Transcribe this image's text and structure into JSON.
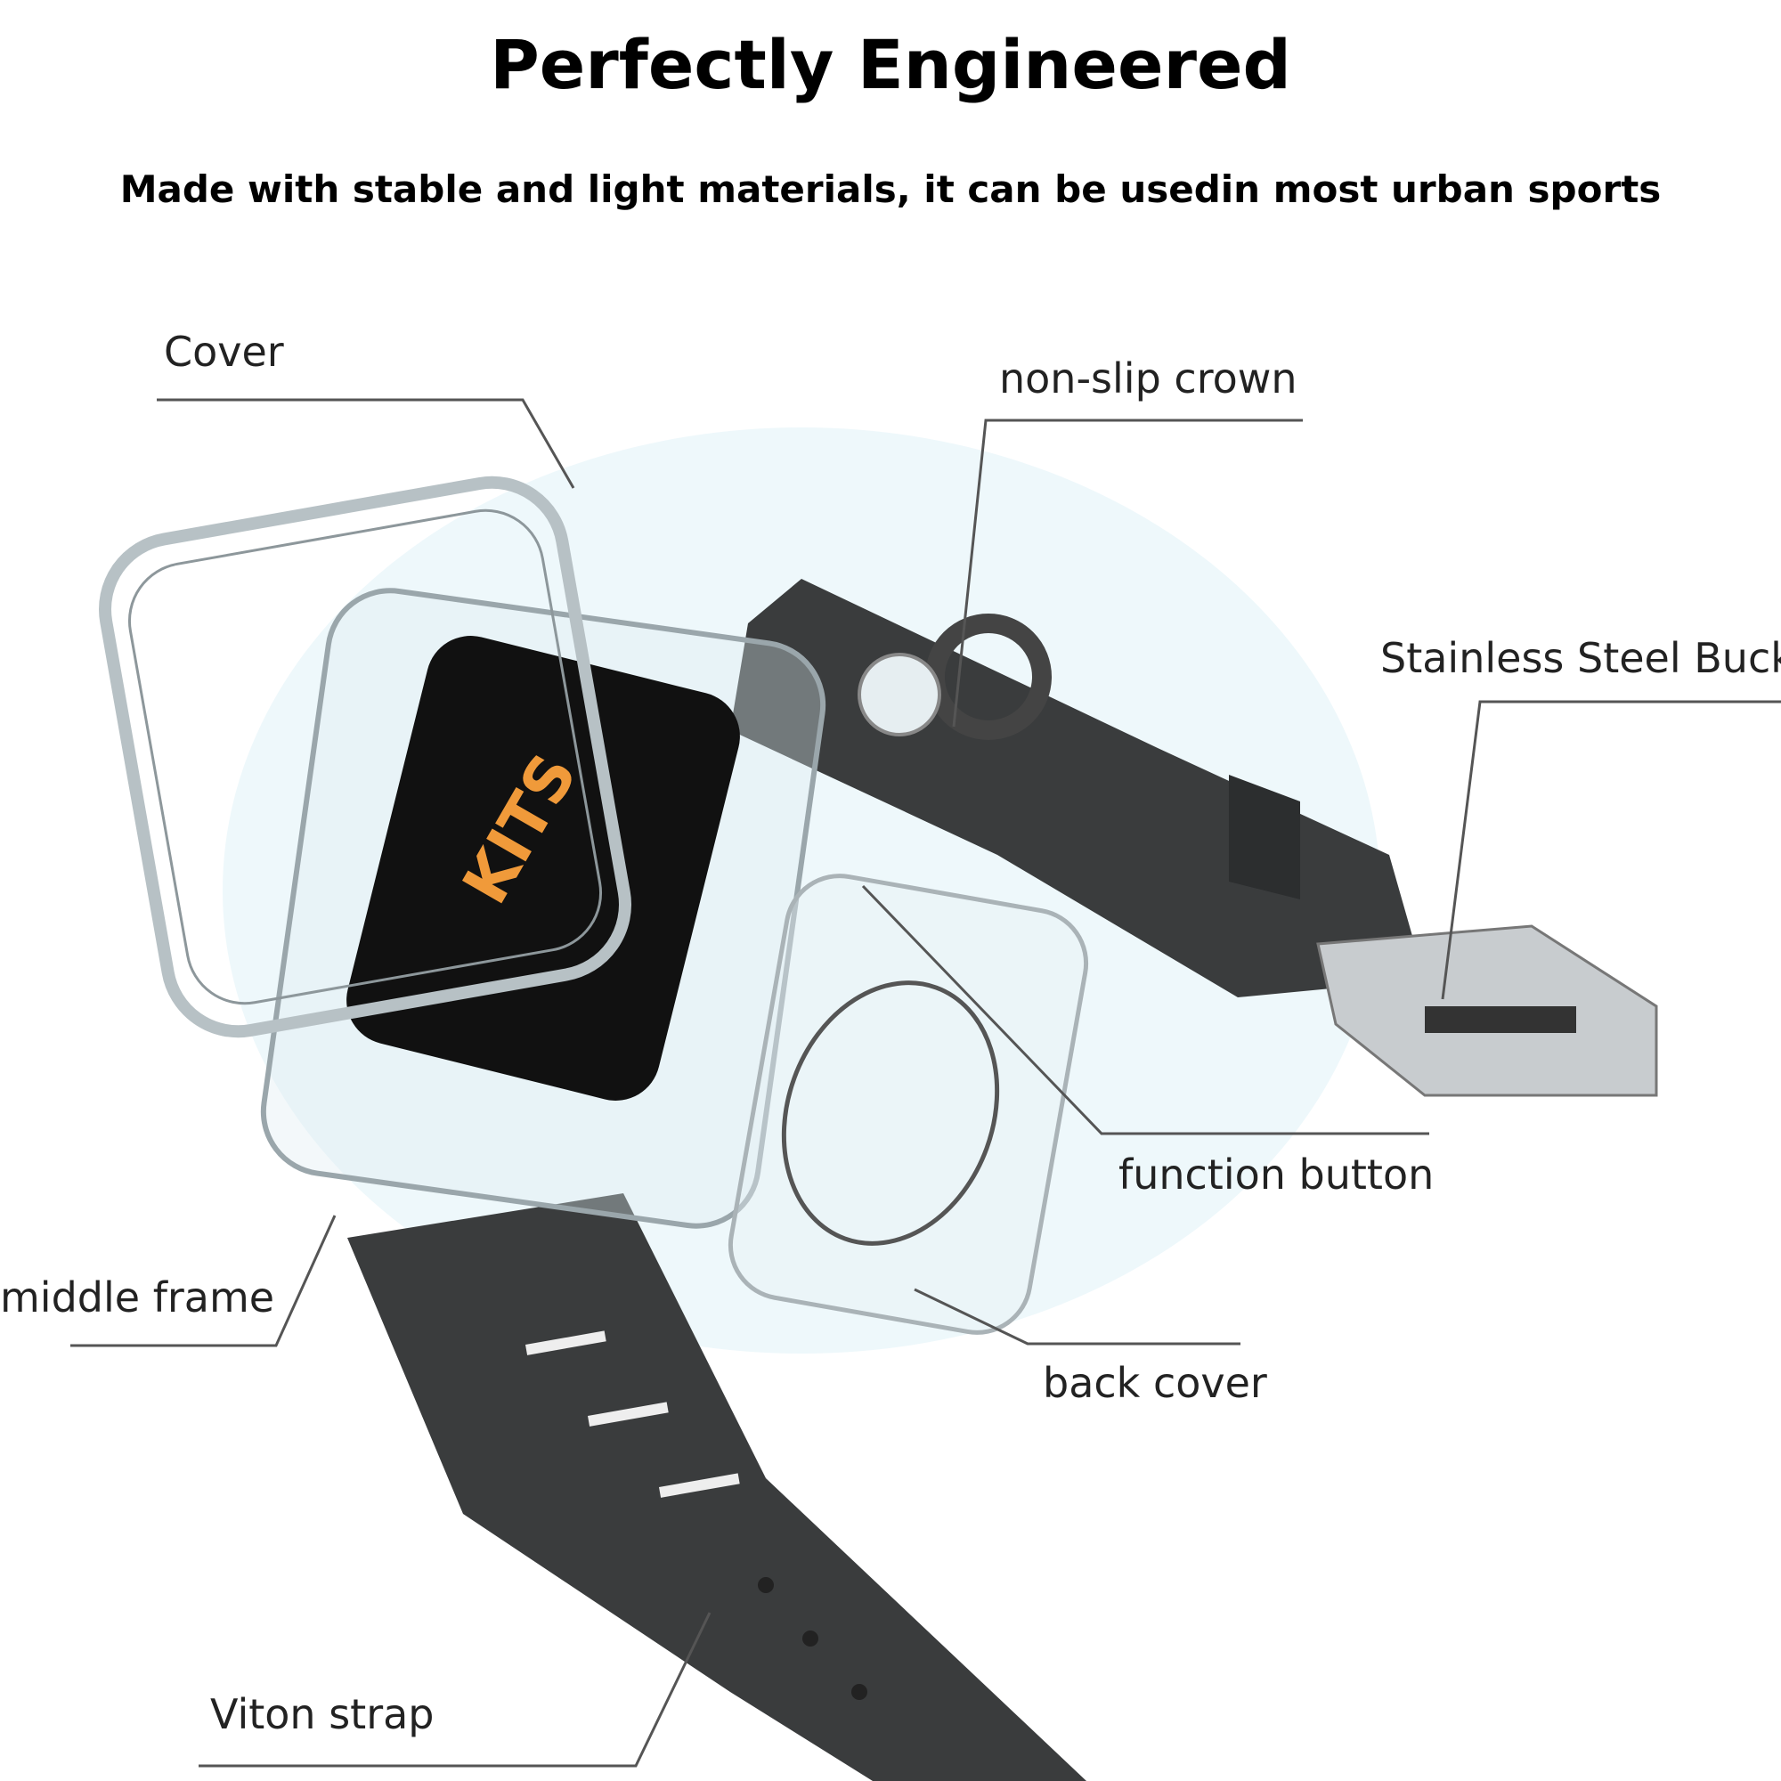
{
  "header": {
    "title": "Perfectly Engineered",
    "subtitle": "Made with stable and light materials, it can be usedin most urban sports"
  },
  "labels": {
    "cover": "Cover",
    "crown": "non-slip crown",
    "buckle": "Stainless Steel Buckle",
    "function_button": "function button",
    "middle_frame": "middle frame",
    "back_cover": "back cover",
    "strap": "Viton strap"
  },
  "watch_face_text": "KITS",
  "colors": {
    "strap": "#3a3c3d",
    "frame": "#c9d2d6",
    "screen": "#111111"
  }
}
